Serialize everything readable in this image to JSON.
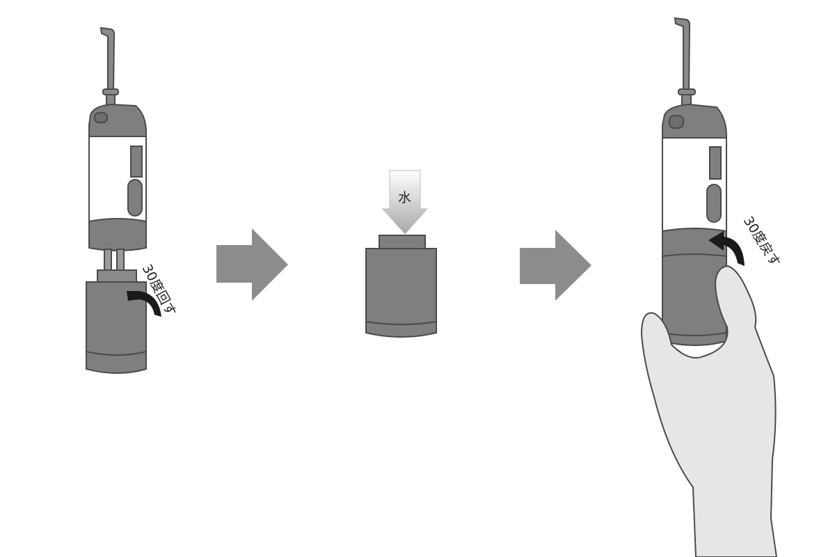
{
  "steps": [
    {
      "label": "30度回す"
    },
    {
      "label": "水"
    },
    {
      "label": "30度戻す"
    }
  ],
  "colors": {
    "body": "#7f7f7f",
    "outline": "#4a4a4a",
    "flow_arrow": "#8c8c8c",
    "hand": "#e6e6e6",
    "rotate_arrow": "#1a1a1a"
  }
}
